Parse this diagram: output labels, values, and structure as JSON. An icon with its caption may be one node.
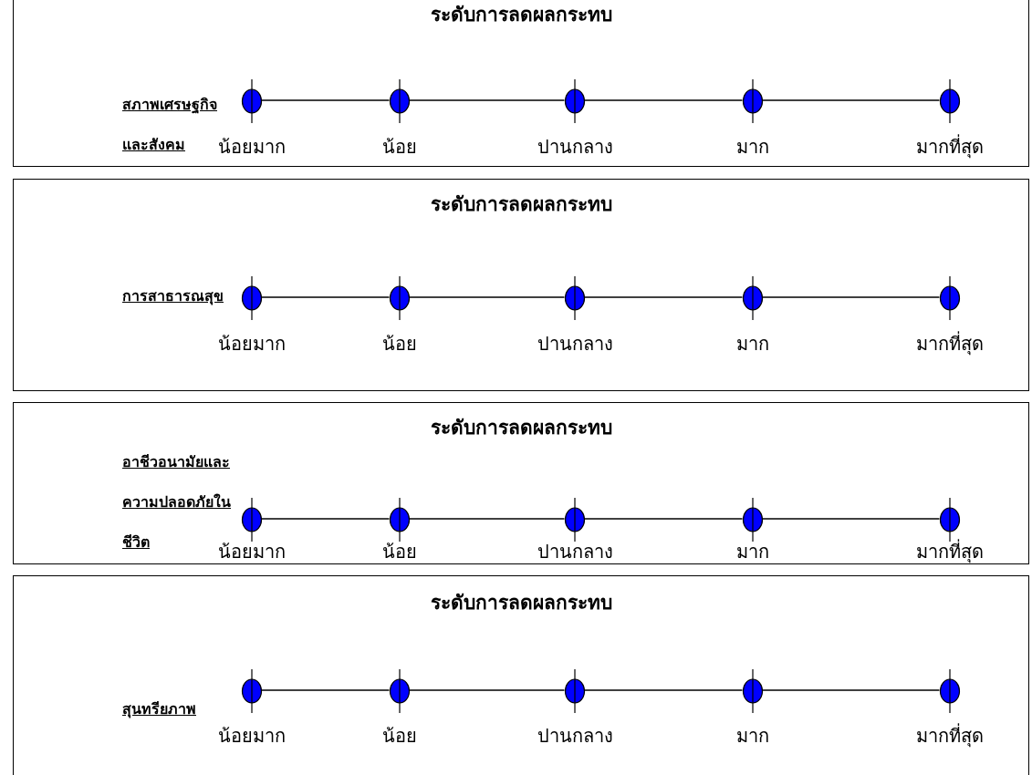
{
  "diagram": {
    "nodes": [
      {
        "text": [
          "ระดับการลดผลกระทบ",
          "สภาพเศรษฐกิจและสังคม"
        ]
      },
      {
        "text": [],
        "shape": "circle",
        "in": 0,
        "beside": [
          "น้อยมาก"
        ]
      },
      {
        "text": [],
        "shape": "circle",
        "in": 0,
        "beside": [
          "น้อย"
        ]
      },
      {
        "text": [],
        "shape": "circle",
        "in": 0,
        "beside": [
          "ปานกลาง"
        ]
      },
      {
        "text": [],
        "shape": "circle",
        "in": 0,
        "beside": [
          "มาก"
        ]
      },
      {
        "text": [],
        "shape": "circle",
        "in": 0,
        "beside": [
          "มากที่สุด"
        ]
      },
      {
        "text": [
          "ระดับการลดผลกระทบ",
          "การสาธารณสุข"
        ]
      },
      {
        "text": [],
        "shape": "circle",
        "in": 6,
        "beside": [
          "น้อยมาก"
        ]
      },
      {
        "text": [],
        "shape": "circle",
        "in": 6,
        "beside": [
          "น้อย"
        ]
      },
      {
        "text": [],
        "shape": "circle",
        "in": 6,
        "beside": [
          "ปานกลาง"
        ]
      },
      {
        "text": [],
        "shape": "circle",
        "in": 6,
        "beside": [
          "มาก"
        ]
      },
      {
        "text": [],
        "shape": "circle",
        "in": 6,
        "beside": [
          "มากที่สุด"
        ]
      },
      {
        "text": [
          "ระดับการลดผลกระทบ",
          "อาชีวอนามัยและความปลอดภัยในชีวิต"
        ]
      },
      {
        "text": [],
        "shape": "circle",
        "in": 12,
        "beside": [
          "น้อยมาก"
        ]
      },
      {
        "text": [],
        "shape": "circle",
        "in": 12,
        "beside": [
          "น้อย"
        ]
      },
      {
        "text": [],
        "shape": "circle",
        "in": 12,
        "beside": [
          "ปานกลาง"
        ]
      },
      {
        "text": [],
        "shape": "circle",
        "in": 12,
        "beside": [
          "มาก"
        ]
      },
      {
        "text": [],
        "shape": "circle",
        "in": 12,
        "beside": [
          "มากที่สุด"
        ]
      },
      {
        "text": [
          "ระดับการลดผลกระทบ",
          "สุนทรียภาพ"
        ]
      },
      {
        "text": [],
        "shape": "circle",
        "in": 18,
        "beside": [
          "น้อยมาก"
        ]
      },
      {
        "text": [],
        "shape": "circle",
        "in": 18,
        "beside": [
          "น้อย"
        ]
      },
      {
        "text": [],
        "shape": "circle",
        "in": 18,
        "beside": [
          "ปานกลาง"
        ]
      },
      {
        "text": [],
        "shape": "circle",
        "in": 18,
        "beside": [
          "มาก"
        ]
      },
      {
        "text": [],
        "shape": "circle",
        "in": 18,
        "beside": [
          "มากที่สุด"
        ]
      }
    ],
    "edges": [
      {
        "from": 1,
        "to": 2,
        "arrow": "none"
      },
      {
        "from": 2,
        "to": 3,
        "arrow": "none"
      },
      {
        "from": 3,
        "to": 4,
        "arrow": "none"
      },
      {
        "from": 4,
        "to": 5,
        "arrow": "none"
      },
      {
        "from": 7,
        "to": 8,
        "arrow": "none"
      },
      {
        "from": 8,
        "to": 9,
        "arrow": "none"
      },
      {
        "from": 9,
        "to": 10,
        "arrow": "none"
      },
      {
        "from": 10,
        "to": 11,
        "arrow": "none"
      },
      {
        "from": 13,
        "to": 14,
        "arrow": "none"
      },
      {
        "from": 14,
        "to": 15,
        "arrow": "none"
      },
      {
        "from": 15,
        "to": 16,
        "arrow": "none"
      },
      {
        "from": 16,
        "to": 17,
        "arrow": "none"
      },
      {
        "from": 19,
        "to": 20,
        "arrow": "none"
      },
      {
        "from": 20,
        "to": 21,
        "arrow": "none"
      },
      {
        "from": 21,
        "to": 22,
        "arrow": "none"
      },
      {
        "from": 22,
        "to": 23,
        "arrow": "none"
      }
    ]
  }
}
